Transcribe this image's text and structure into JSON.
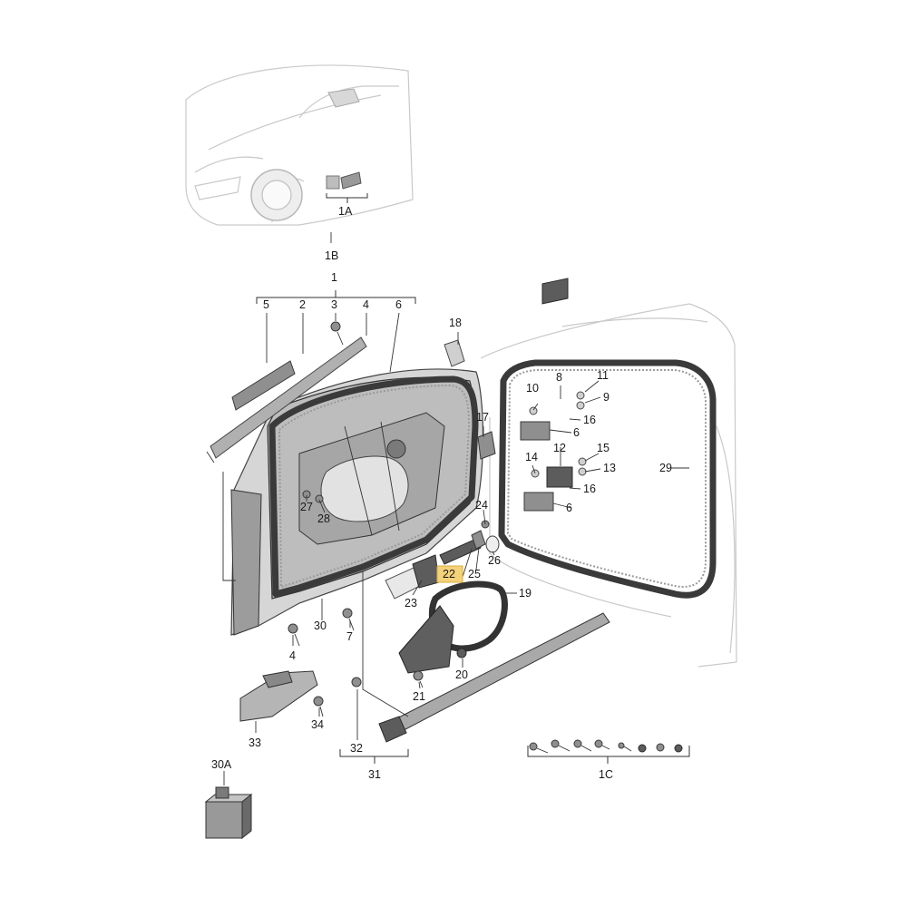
{
  "callouts": {
    "c1A": "1A",
    "c1B": "1B",
    "c1": "1",
    "c5": "5",
    "c2": "2",
    "c3": "3",
    "c4a": "4",
    "c6a": "6",
    "c18": "18",
    "c8": "8",
    "c11": "11",
    "c10": "10",
    "c9": "9",
    "c16a": "16",
    "c17": "17",
    "c6b": "6",
    "c12": "12",
    "c15": "15",
    "c14": "14",
    "c13": "13",
    "c16b": "16",
    "c6c": "6",
    "c29": "29",
    "c27": "27",
    "c28": "28",
    "c24": "24",
    "c26": "26",
    "c22": "22",
    "c25": "25",
    "c19": "19",
    "c23": "23",
    "c30": "30",
    "c7": "7",
    "c4b": "4",
    "c20": "20",
    "c21": "21",
    "c34": "34",
    "c33": "33",
    "c32": "32",
    "c31": "31",
    "c1C": "1C",
    "c30A": "30A"
  },
  "colors": {
    "highlight": "#f4d27a",
    "line": "#333333",
    "part": "#8f8f8f",
    "seal": "#3a3a3a"
  }
}
